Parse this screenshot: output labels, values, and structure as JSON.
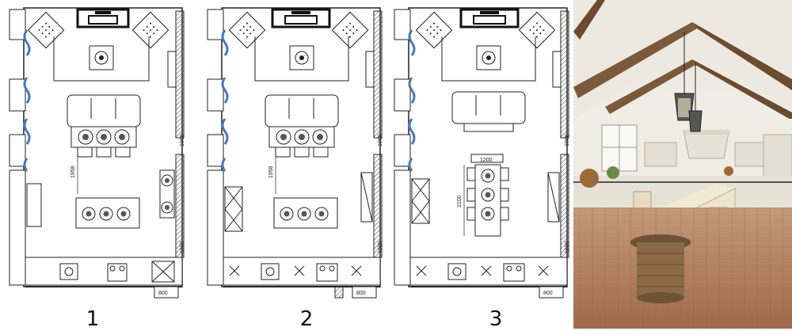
{
  "plans": [
    {
      "number": "1",
      "dim_labels": [
        "1000",
        "1000",
        "800",
        "1958"
      ]
    },
    {
      "number": "2",
      "dim_labels": [
        "1000",
        "1000",
        "800",
        "1958"
      ]
    },
    {
      "number": "3",
      "dim_labels": [
        "1000",
        "1000",
        "800",
        "1200",
        "2100"
      ]
    }
  ],
  "photo": {
    "description_icon": "kitchen-photo"
  },
  "colors": {
    "line": "#222222",
    "window_blue": "#4a78b8",
    "hatch": "#555555",
    "beam": "#7a5a3a",
    "floor": "#b07a5a"
  }
}
